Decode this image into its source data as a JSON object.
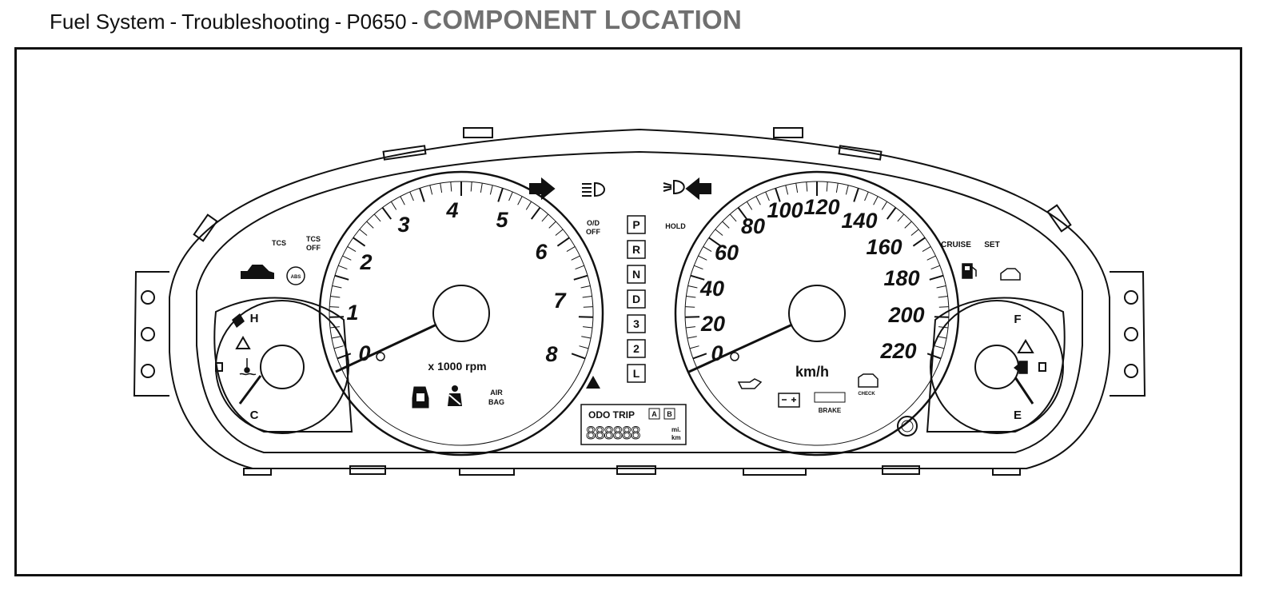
{
  "header": {
    "crumbs": [
      "Fuel System",
      "Troubleshooting",
      "P0650"
    ],
    "separator": "-",
    "title": "COMPONENT LOCATION"
  },
  "cluster": {
    "tachometer": {
      "numbers": [
        "0",
        "1",
        "2",
        "3",
        "4",
        "5",
        "6",
        "7",
        "8"
      ],
      "unit_label": "x 1000 rpm"
    },
    "speedometer": {
      "numbers": [
        "0",
        "20",
        "40",
        "60",
        "80",
        "100",
        "120",
        "140",
        "160",
        "180",
        "200",
        "220"
      ],
      "unit_label": "km/h"
    },
    "temp_gauge": {
      "high": "H",
      "low": "C"
    },
    "fuel_gauge": {
      "full": "F",
      "empty": "E"
    },
    "indicators": {
      "tcs": "TCS",
      "tcs_off": [
        "TCS",
        "OFF"
      ],
      "abs": "ABS",
      "od_off": [
        "O/D",
        "OFF"
      ],
      "hold": "HOLD",
      "cruise": "CRUISE",
      "set": "SET",
      "airbag": [
        "AIR",
        "BAG"
      ],
      "brake": "BRAKE",
      "check": "CHECK"
    },
    "gear_positions": [
      "P",
      "R",
      "N",
      "D",
      "3",
      "2",
      "L"
    ],
    "odometer": {
      "label": "ODO TRIP",
      "trip_a": "A",
      "trip_b": "B",
      "digits": "888888",
      "unit_mi": "mi.",
      "unit_km": "km"
    }
  },
  "colors": {
    "line": "#111111",
    "title_gray": "#707070"
  },
  "icons": [
    "left-turn-arrow-icon",
    "right-turn-arrow-icon",
    "high-beam-icon",
    "fog-light-icon",
    "car-icon",
    "temperature-icon",
    "fuel-pump-icon",
    "door-open-icon",
    "seatbelt-icon",
    "oil-can-icon",
    "battery-icon",
    "engine-check-icon",
    "warning-triangle-icon"
  ]
}
